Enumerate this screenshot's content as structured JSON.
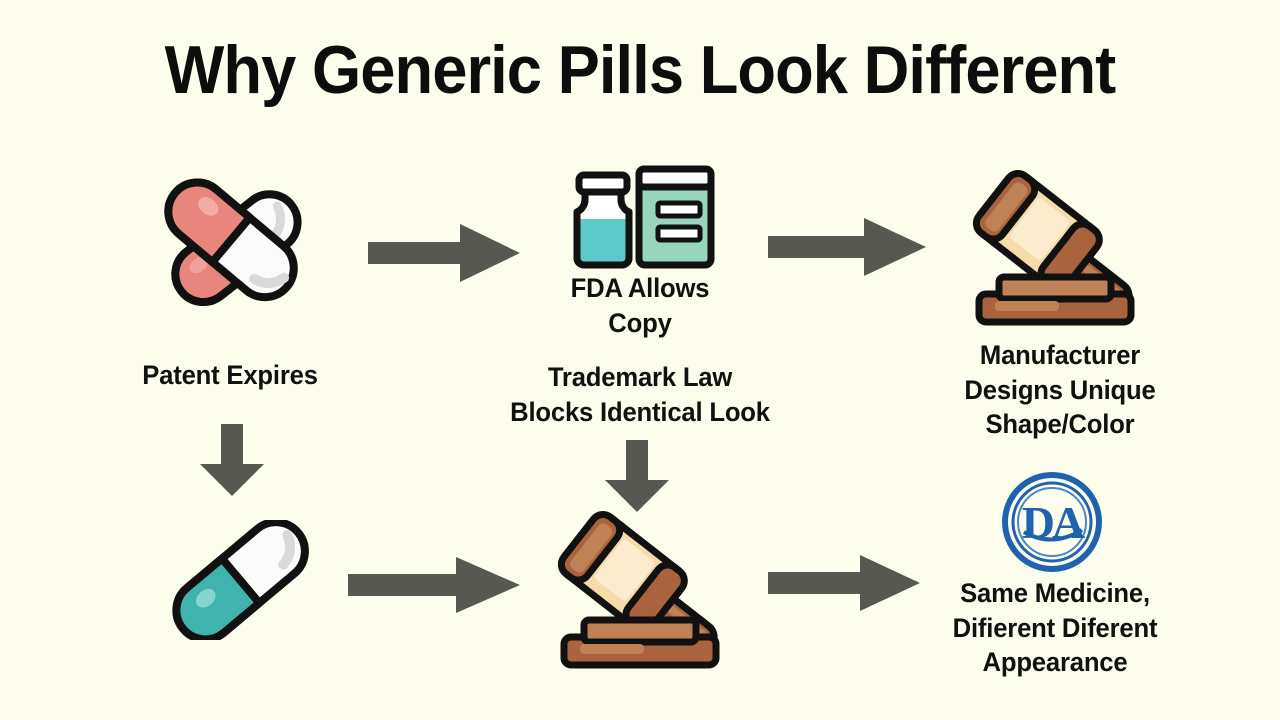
{
  "page": {
    "title": "Why Generic Pills Look Different",
    "background_color": "#fdfdee",
    "text_color": "#111111",
    "arrow_color": "#585852"
  },
  "steps": {
    "patent_expires": {
      "label": "Patent Expires",
      "icon": "two-crossed-capsules-icon"
    },
    "fda_allows_copy": {
      "line1": "FDA Allows",
      "line2": "Copy",
      "icon": "medicine-bottles-icon"
    },
    "trademark_law": {
      "line1": "Trademark Law",
      "line2": "Blocks Identical Look",
      "icon": "gavel-icon"
    },
    "manufacturer_designs": {
      "line1": "Manufacturer",
      "line2": "Designs Unique",
      "line3": "Shape/Color",
      "icon": "gavel-icon"
    },
    "same_medicine": {
      "line1": "Same Medicine,",
      "line2": "Difierent Diferent",
      "line3": "Appearance",
      "icon": "fda-seal-icon"
    },
    "generic_capsule": {
      "icon": "teal-white-capsule-icon"
    }
  },
  "icon_colors": {
    "capsule_pink": "#e8867d",
    "capsule_pink_dark": "#d4726a",
    "capsule_white": "#fbfbfb",
    "capsule_white_shade": "#d8d9da",
    "capsule_teal": "#3fb3ad",
    "capsule_teal_dark": "#2a9a95",
    "bottle_cyan": "#5cc9cd",
    "bottle_mint": "#97d6bd",
    "bottle_cap": "#ffffff",
    "gavel_brown": "#a9643f",
    "gavel_brown_light": "#c08156",
    "gavel_brown_dark": "#8a4f31",
    "gavel_cream": "#f4dcab",
    "gavel_cream_light": "#faeccc",
    "seal_blue": "#1f62ae",
    "outline": "#111111"
  },
  "arrows": {
    "top_1": "arrow-right",
    "top_2": "arrow-right",
    "bottom_1": "arrow-right",
    "bottom_2": "arrow-right",
    "down_1": "arrow-down",
    "down_2": "arrow-down"
  }
}
